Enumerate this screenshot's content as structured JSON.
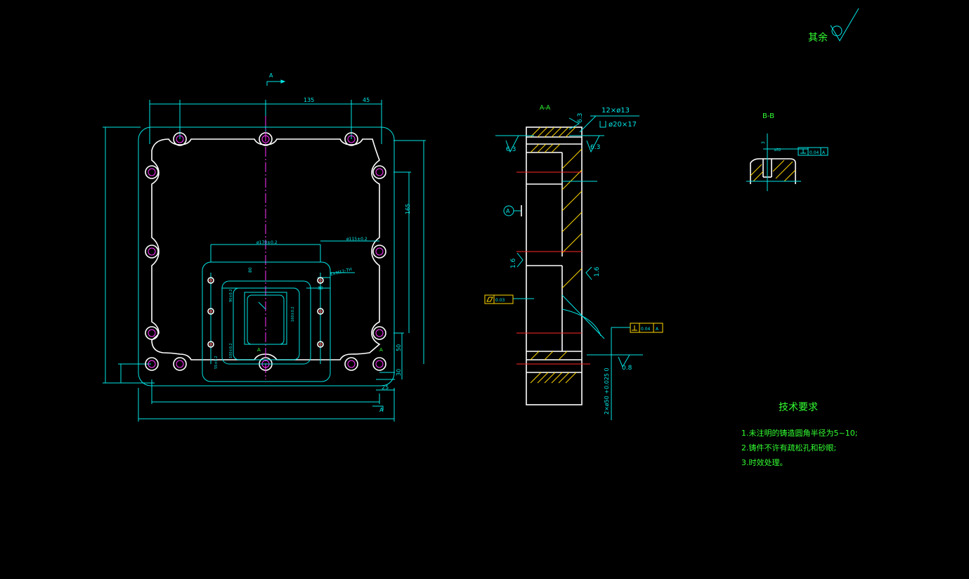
{
  "roughness_note": {
    "label": "其余"
  },
  "front_view": {
    "section_arrow_label": "A",
    "dim_135": "135",
    "dim_45": "45",
    "dim_165": "165",
    "dim_170": "ø170±0.2",
    "dim_115": "ø115±0.2",
    "dim_80": "80",
    "dim_30": "30",
    "dim_thread": "4×M12-7H",
    "dim_50": "50",
    "dim_30b": "30",
    "dim_25": "25",
    "section_mark_a_left": "A",
    "section_mark_a_right": "A",
    "bottom_arrow_label": "A",
    "dim_1": "90±0.2",
    "dim_2": "100±0.2",
    "dim_3": "160±0.2",
    "dim_4": "100±0.2",
    "dim_5": "55±0.2"
  },
  "section_view": {
    "title": "A-A",
    "hole_callout": "12×ø13",
    "counterbore": "ø20×17",
    "rough_63_top": "6.3",
    "rough_63_left": "6.3",
    "rough_63_right": "6.3",
    "rough_16_left": "1.6",
    "rough_16_right": "1.6",
    "rough_08": "0.8",
    "datum": "A",
    "flatness_value": "0.03",
    "perp_value": "0.04",
    "perp_datum": "A",
    "bore": "2×ø50 +0.025 0"
  },
  "detail_view": {
    "title": "B-B",
    "dim_small": "ø32",
    "perp_value": "0.04",
    "perp_datum": "A",
    "depth": "3"
  },
  "tech_requirements": {
    "heading": "技术要求",
    "items": [
      "1.未注明的铸造圆角半径为5~10;",
      "2.铸件不许有疏松孔和砂眼;",
      "3.时效处理。"
    ]
  }
}
